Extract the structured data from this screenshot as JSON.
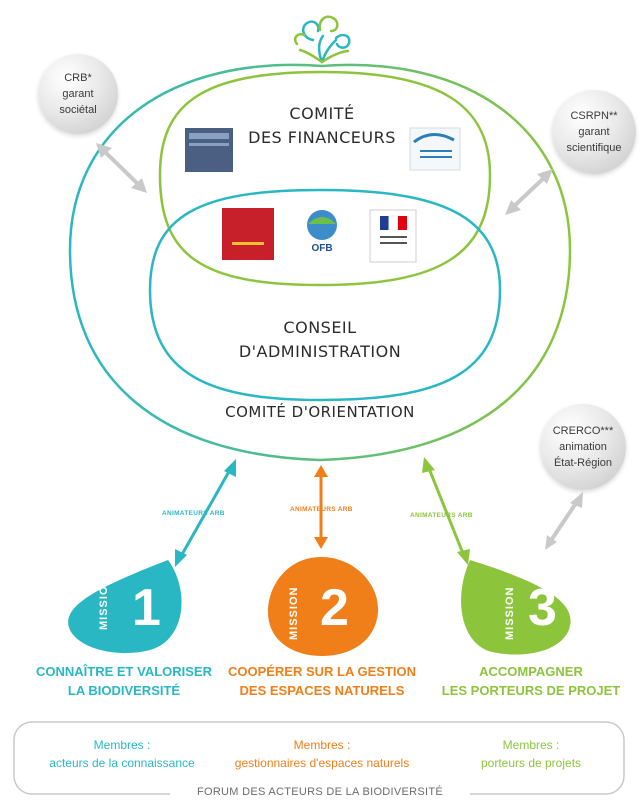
{
  "governance": {
    "financeurs_line1": "COMITÉ",
    "financeurs_line2": "DES FINANCEURS",
    "conseil_line1": "CONSEIL",
    "conseil_line2": "D'ADMINISTRATION",
    "orientation": "COMITÉ D'ORIENTATION",
    "ofb_logo_text": "OFB"
  },
  "satellites": {
    "crb": {
      "l1": "CRB*",
      "l2": "garant",
      "l3": "sociétal"
    },
    "csrpn": {
      "l1": "CSRPN**",
      "l2": "garant",
      "l3": "scientifique"
    },
    "crerco": {
      "l1": "CRERCO***",
      "l2": "animation",
      "l3": "État-Région"
    }
  },
  "animateurs_label": "ANIMATEURS ARB",
  "missions": [
    {
      "word": "MISSION",
      "num": "1",
      "title1": "CONNAÎTRE ET VALORISER",
      "title2": "LA BIODIVERSITÉ",
      "members_title": "Membres :",
      "members_desc": "acteurs de la connaissance",
      "color": "#29b7c3"
    },
    {
      "word": "MISSION",
      "num": "2",
      "title1": "COOPÉRER SUR LA GESTION",
      "title2": "DES ESPACES NATURELS",
      "members_title": "Membres :",
      "members_desc": "gestionnaires d'espaces naturels",
      "color": "#f07f1a"
    },
    {
      "word": "MISSION",
      "num": "3",
      "title1": "ACCOMPAGNER",
      "title2": "LES PORTEURS DE PROJET",
      "members_title": "Membres :",
      "members_desc": "porteurs de projets",
      "color": "#8cc43c"
    }
  ],
  "forum": "FORUM DES ACTEURS DE LA BIODIVERSITÉ",
  "colors": {
    "teal": "#29b7c3",
    "orange": "#f07f1a",
    "green": "#8cc43c",
    "grey_arrow": "#c9c9c9",
    "text_dark": "#2b2b2b"
  }
}
